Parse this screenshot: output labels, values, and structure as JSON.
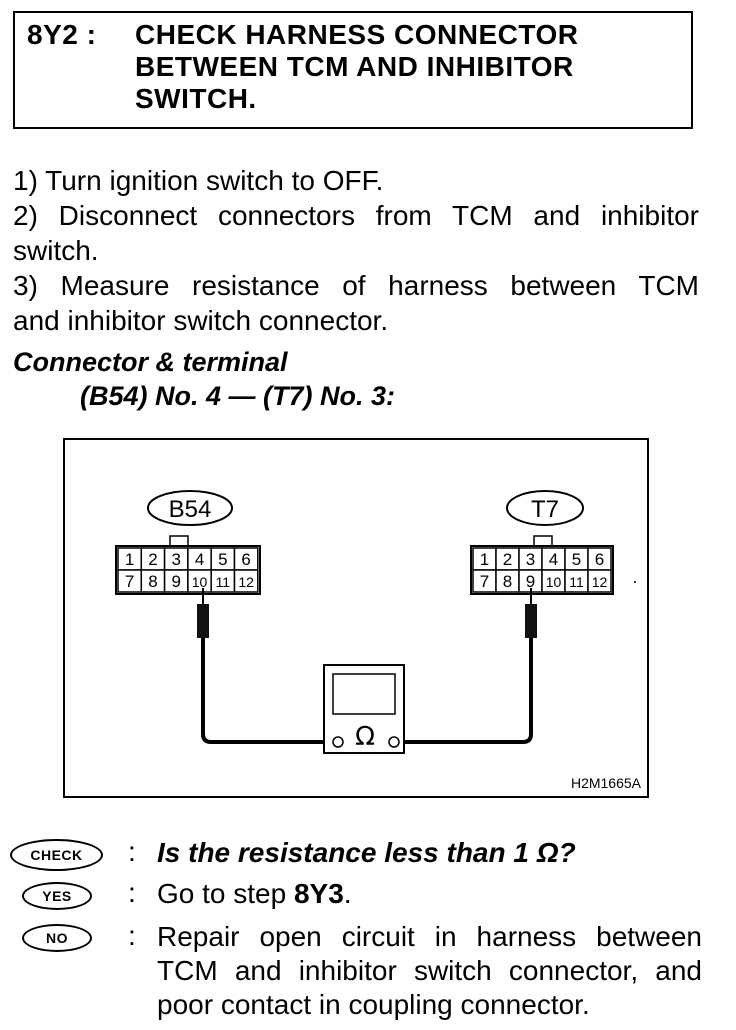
{
  "header": {
    "step_id": "8Y2 :",
    "title_lines": [
      "CHECK HARNESS CONNECTOR",
      "BETWEEN TCM AND INHIBITOR",
      "SWITCH."
    ]
  },
  "instructions": {
    "lines": [
      "1)  Turn ignition switch to OFF.",
      "2)  Disconnect connectors from TCM and inhibitor",
      "switch.",
      "3)  Measure resistance of harness between TCM",
      "and inhibitor switch connector."
    ]
  },
  "connector": {
    "label": "Connector & terminal",
    "value": "(B54) No. 4 — (T7) No. 3:"
  },
  "diagram": {
    "left_connector": "B54",
    "right_connector": "T7",
    "left_terminals_top": [
      "1",
      "2",
      "3",
      "4",
      "5",
      "6"
    ],
    "left_terminals_bottom": [
      "7",
      "8",
      "9",
      "10",
      "11",
      "12"
    ],
    "right_terminals_top": [
      "1",
      "2",
      "3",
      "4",
      "5",
      "6"
    ],
    "right_terminals_bottom": [
      "7",
      "8",
      "9",
      "10",
      "11",
      "12"
    ],
    "meter_symbol": "Ω",
    "figure_code": "H2M1665A"
  },
  "results": {
    "check_badge": "CHECK",
    "yes_badge": "YES",
    "no_badge": "NO",
    "colon": ":",
    "question": "Is the resistance less than 1 Ω?",
    "yes_prefix": "Go to step ",
    "yes_step": "8Y3",
    "yes_suffix": ".",
    "no_lines": [
      "Repair open circuit in harness between",
      "TCM and inhibitor switch connector, and",
      "poor contact in coupling connector."
    ]
  }
}
